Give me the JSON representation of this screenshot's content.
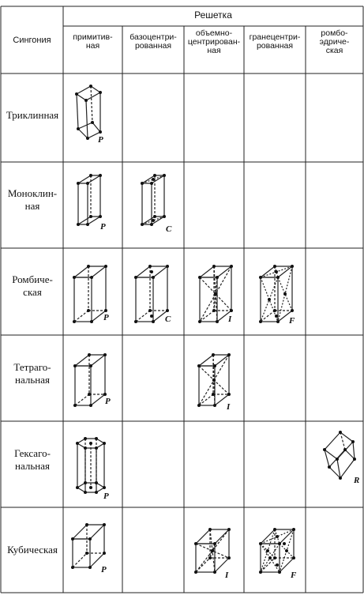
{
  "header": {
    "syngony_label": "Сингония",
    "lattice_label": "Решетка",
    "columns": [
      "примитив-\nная",
      "базоцентри-\nрованная",
      "объемно-\nцентрирован-\nная",
      "гранецентри-\nрованная",
      "ромбо-\nэдриче-\nская"
    ]
  },
  "rows": [
    {
      "label": "Триклинная",
      "cells": [
        "P",
        "",
        "",
        "",
        ""
      ]
    },
    {
      "label": "Моноклин-\nная",
      "cells": [
        "P",
        "C",
        "",
        "",
        ""
      ]
    },
    {
      "label": "Ромбиче-\nская",
      "cells": [
        "P",
        "C",
        "I",
        "F",
        ""
      ]
    },
    {
      "label": "Тетраго-\nнальная",
      "cells": [
        "P",
        "",
        "I",
        "",
        ""
      ]
    },
    {
      "label": "Гексаго-\nнальная",
      "cells": [
        "P",
        "",
        "",
        "",
        "R"
      ]
    },
    {
      "label": "Кубическая",
      "cells": [
        "P",
        "",
        "I",
        "F",
        ""
      ]
    }
  ]
}
